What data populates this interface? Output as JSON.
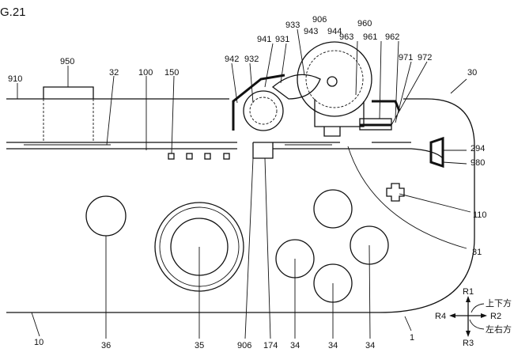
{
  "figure_title": "G.21",
  "labels": {
    "l910": "910",
    "l950": "950",
    "l32": "32",
    "l100": "100",
    "l150": "150",
    "l942": "942",
    "l932": "932",
    "l941": "941",
    "l931": "931",
    "l933": "933",
    "l906top": "906",
    "l943": "943",
    "l944": "944",
    "l960": "960",
    "l963": "963",
    "l961": "961",
    "l962": "962",
    "l971": "971",
    "l972": "972",
    "l30": "30",
    "l294": "294",
    "l980": "980",
    "l110": "110",
    "l31": "31",
    "l10": "10",
    "l36": "36",
    "l35": "35",
    "l906bot": "906",
    "l174": "174",
    "l34a": "34",
    "l34b": "34",
    "l34c": "34",
    "l1": "1"
  },
  "direction_legend": {
    "r1": "R1",
    "r2": "R2",
    "r3": "R3",
    "r4": "R4",
    "vertical_label": "上下方",
    "horizontal_label": "左右方"
  }
}
